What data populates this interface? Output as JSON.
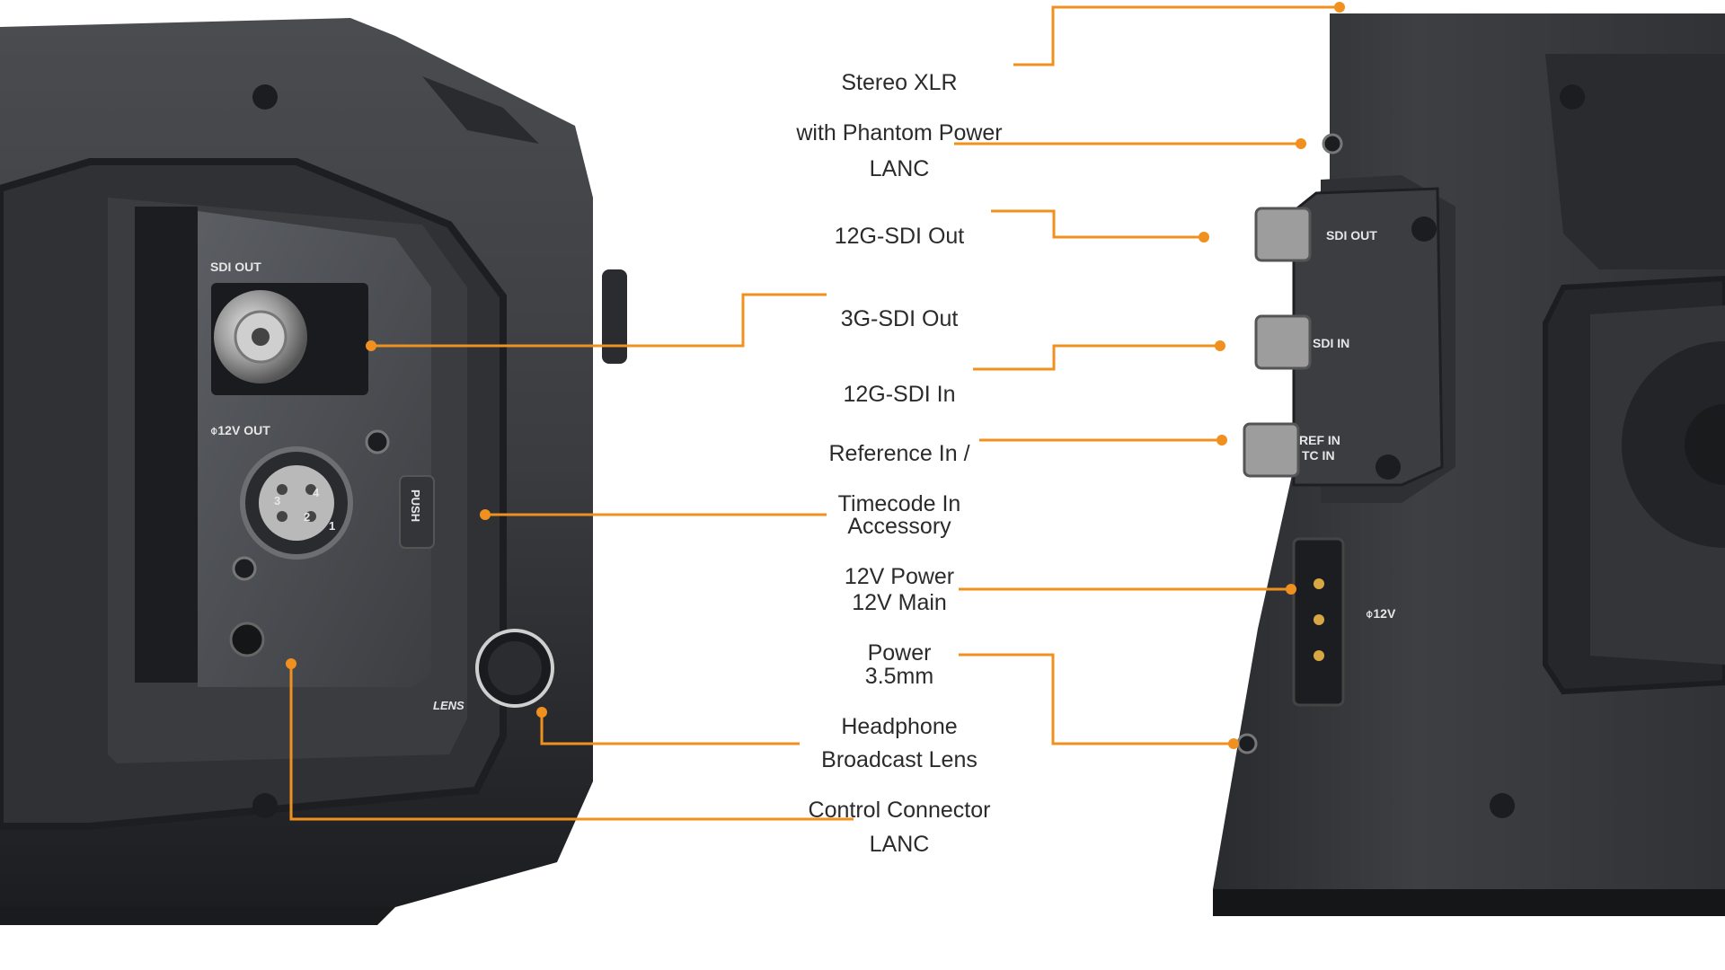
{
  "accent_color": "#F0901E",
  "callouts": {
    "stereo_xlr": {
      "line1": "Stereo XLR",
      "line2": "with Phantom Power"
    },
    "lanc_right": {
      "line1": "LANC"
    },
    "sdi12g_out": {
      "line1": "12G-SDI Out"
    },
    "sdi3g_out": {
      "line1": "3G-SDI Out"
    },
    "sdi12g_in": {
      "line1": "12G-SDI In"
    },
    "ref_in": {
      "line1": "Reference In /",
      "line2": "Timecode In"
    },
    "accessory_power": {
      "line1": "Accessory",
      "line2": "12V Power"
    },
    "main_power": {
      "line1": "12V Main",
      "line2": "Power"
    },
    "headphone": {
      "line1": "3.5mm",
      "line2": "Headphone"
    },
    "lens_control": {
      "line1": "Broadcast Lens",
      "line2": "Control Connector"
    },
    "lanc_left": {
      "line1": "LANC"
    }
  },
  "camera_labels": {
    "left_sdi_out": "SDI OUT",
    "left_12v_out": "⌽12V OUT",
    "left_push": "PUSH",
    "left_lens": "LENS",
    "xlr_pins": [
      "1",
      "2",
      "3",
      "4"
    ],
    "right_sdi_out": "SDI OUT",
    "right_sdi_in": "SDI IN",
    "right_ref_in": "REF IN",
    "right_tc_in": "TC IN",
    "right_12v": "⌽12V"
  }
}
